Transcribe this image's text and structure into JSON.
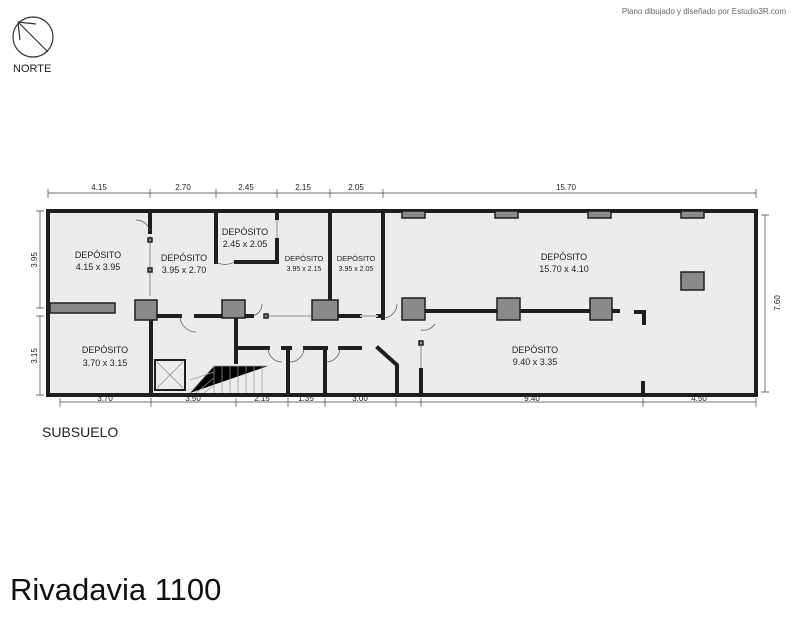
{
  "credit": "Plano dibujado y diseñado por Estudio3R.com",
  "north_label": "NORTE",
  "floor_label": "SUBSUELO",
  "title": "Rivadavia 1100",
  "rooms": [
    {
      "name": "DEPÓSITO",
      "size": "4.15 x 3.95"
    },
    {
      "name": "DEPÓSITO",
      "size": "3.95 x 2.70"
    },
    {
      "name": "DEPÓSITO",
      "size": "2.45 x 2.05"
    },
    {
      "name": "DEPÓSITO",
      "size": "3.95 x 2.15"
    },
    {
      "name": "DEPÓSITO",
      "size": "3.95 x 2.05"
    },
    {
      "name": "DEPÓSITO",
      "size": "15.70 x 4.10"
    },
    {
      "name": "DEPÓSITO",
      "size": "3.70 x 3.15"
    },
    {
      "name": "DEPÓSITO",
      "size": "9.40 x 3.35"
    }
  ],
  "dimensions": {
    "top": [
      "4.15",
      "2.70",
      "2.45",
      "2.15",
      "2.05",
      "15.70"
    ],
    "bottom": [
      "3.70",
      "3.50",
      "2.15",
      "1.35",
      "3.00",
      "9.40",
      "4.50"
    ],
    "left": [
      "3.95",
      "3.15"
    ],
    "right": [
      "7.60"
    ]
  }
}
